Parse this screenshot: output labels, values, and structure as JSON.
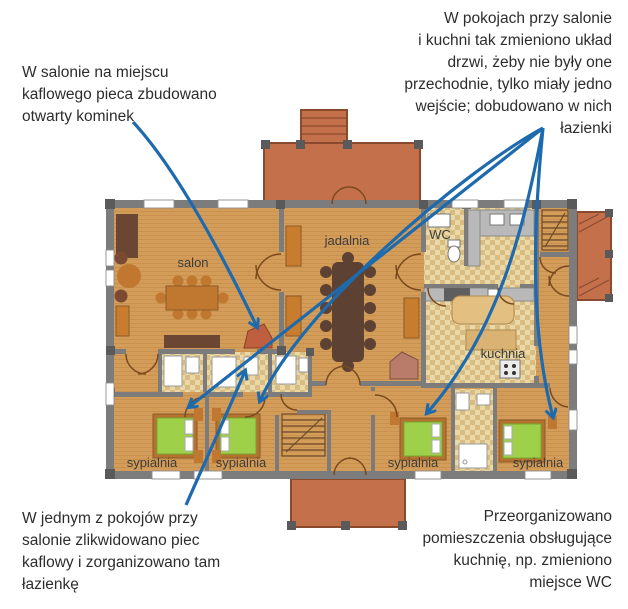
{
  "annotations": {
    "top_left": {
      "lines": [
        "W salonie na miejscu",
        "kaflowego pieca zbudowano",
        "otwarty kominek"
      ]
    },
    "top_right": {
      "lines": [
        "W pokojach przy salonie",
        "i kuchni tak zmieniono układ",
        "drzwi, żeby nie były one",
        "przechodnie, tylko miały jedno",
        "wejście; dobudowano w nich",
        "łazienki"
      ]
    },
    "bottom_left": {
      "lines": [
        "W jednym z pokojów przy",
        "salonie zlikwidowano piec",
        "kaflowy i zorganizowano tam",
        "łazienkę"
      ]
    },
    "bottom_right": {
      "lines": [
        "Przeorganizowano",
        "pomieszczenia obsługujące",
        "kuchnię, np. zmieniono",
        "miejsce WC"
      ]
    }
  },
  "plan": {
    "room_labels": {
      "salon": "salon",
      "jadalnia": "jadalnia",
      "wc": "WC",
      "kuchnia": "kuchnia",
      "sypialnia_1": "sypialnia",
      "sypialnia_2": "sypialnia",
      "sypialnia_3": "sypialnia",
      "sypialnia_4": "sypialnia"
    }
  },
  "colors": {
    "arrow_blue": "#1d6aae",
    "wall_gray": "#7c7c7c",
    "wall_dark": "#5a5a5a",
    "floor_wood": "#d49c59",
    "floor_wood_stripe": "#bc8440",
    "floor_checker_light": "#ead9a7",
    "floor_checker_dark": "#d8bc82",
    "porch_terracotta": "#c4704a",
    "porch_edge": "#8a4a2e",
    "bed_green": "#9ed049",
    "bed_frame": "#b5722f",
    "furniture_orange": "#c07830",
    "furniture_dark": "#6b4632",
    "cabinet_orange": "#c87d2e",
    "fireplace_red": "#bf5f3f",
    "stove_mauve": "#b97b6a",
    "counter_gray": "#b9b9b9",
    "annotation_text": "#2d2d2d"
  }
}
